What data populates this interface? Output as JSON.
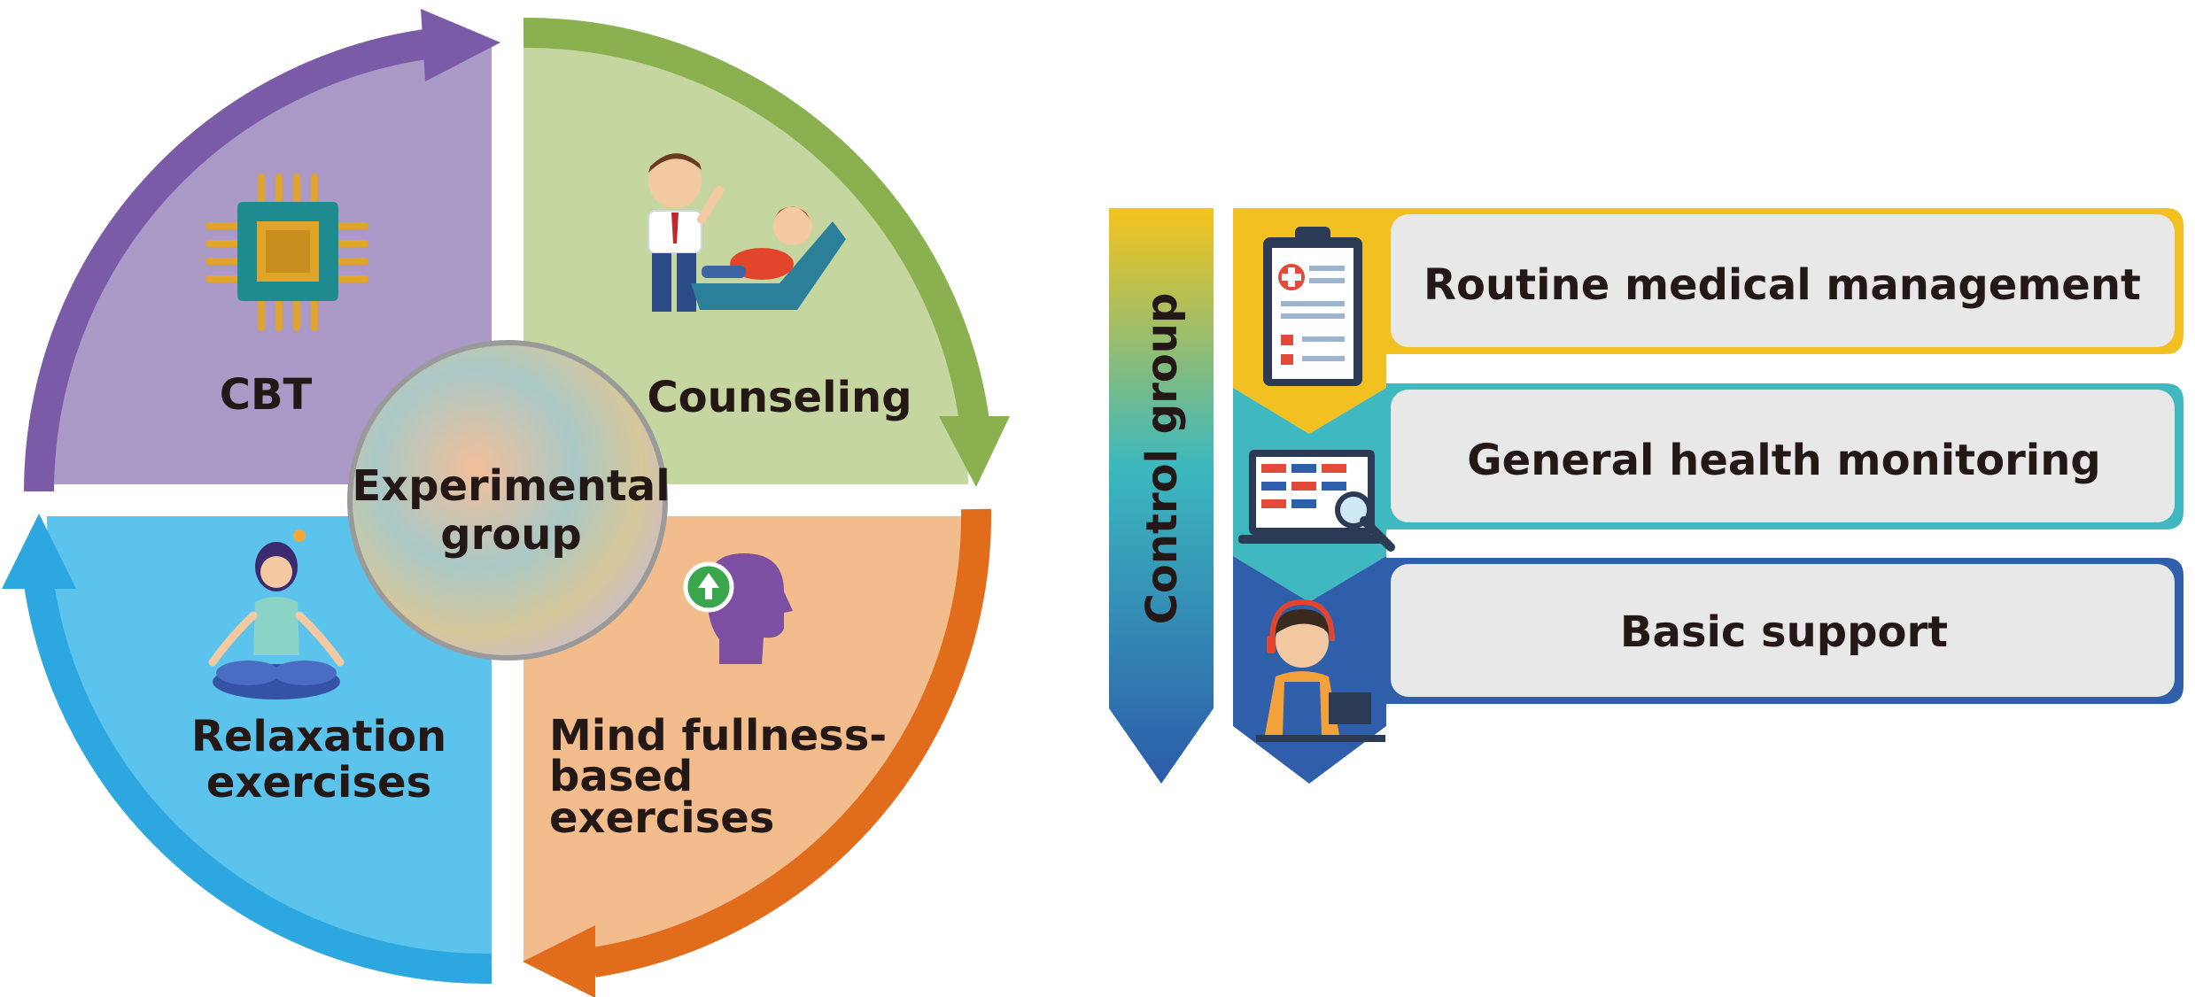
{
  "experimental": {
    "center": {
      "line1": "Experimental",
      "line2": "group"
    },
    "quadrants": [
      {
        "lines": [
          "CBT"
        ],
        "icon": "chip-icon",
        "color": "#ab99c8",
        "arrow_color": "#7b5ba8"
      },
      {
        "lines": [
          "Counseling"
        ],
        "icon": "therapist-icon",
        "color": "#c6d6a0",
        "arrow_color": "#8ab050"
      },
      {
        "lines": [
          "Mind fullness-",
          "based",
          "exercises"
        ],
        "icon": "mind-head-icon",
        "color": "#f2bc8c",
        "arrow_color": "#e16d1c"
      },
      {
        "lines": [
          "Relaxation",
          "exercises"
        ],
        "icon": "meditation-icon",
        "color": "#5bc3ec",
        "arrow_color": "#2da7df"
      }
    ]
  },
  "control": {
    "title": "Control group",
    "items": [
      {
        "label": "Routine medical management",
        "icon": "clipboard-icon",
        "color": "#f2c020"
      },
      {
        "label": "General health monitoring",
        "icon": "monitor-icon",
        "color": "#3fb8bf"
      },
      {
        "label": "Basic support",
        "icon": "support-agent-icon",
        "color": "#2f5eab"
      }
    ]
  }
}
